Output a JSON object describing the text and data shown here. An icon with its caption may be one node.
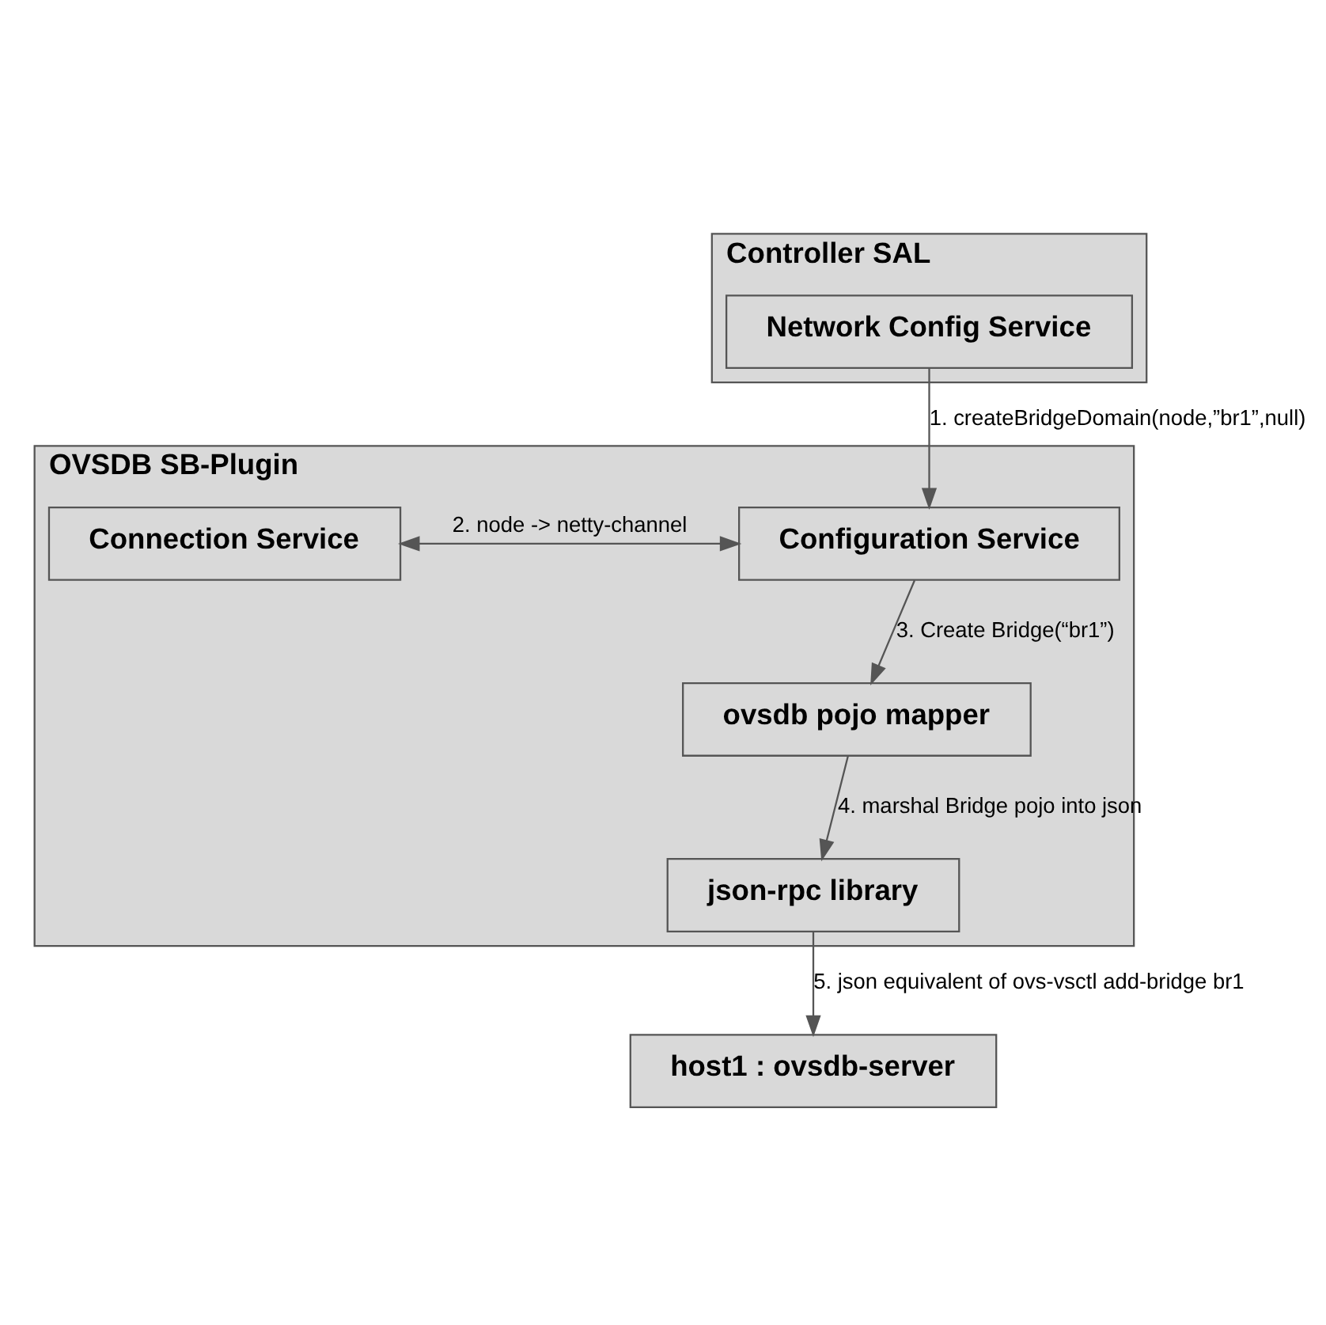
{
  "diagram": {
    "nodes": [
      {
        "text": [
          "Controller SAL"
        ]
      },
      {
        "text": [
          "Network Config Service"
        ],
        "in": 0
      },
      {
        "text": [
          "OVSDB SB-Plugin"
        ]
      },
      {
        "text": [
          "Configuration Service"
        ],
        "in": 2
      },
      {
        "text": [
          "Connection Service"
        ],
        "in": 2
      },
      {
        "text": [
          "ovsdb pojo mapper"
        ],
        "in": 2
      },
      {
        "text": [
          "json-rpc library"
        ],
        "in": 2
      },
      {
        "text": [
          "host1 : ovsdb-server"
        ]
      }
    ],
    "edges": [
      {
        "from": 1,
        "to": 3,
        "arrow": "to",
        "label": "1. createBridgeDomain(node,”br1”,null)"
      },
      {
        "from": 3,
        "to": 4,
        "arrow": "both",
        "label": "2. node -> netty-channel"
      },
      {
        "from": 3,
        "to": 5,
        "arrow": "to",
        "label": "3. Create Bridge(“br1”)"
      },
      {
        "from": 5,
        "to": 6,
        "arrow": "to",
        "label": "4. marshal Bridge pojo into json"
      },
      {
        "from": 6,
        "to": 7,
        "arrow": "to",
        "label": "5. json equivalent of ovs-vsctl add-bridge br1"
      }
    ]
  }
}
